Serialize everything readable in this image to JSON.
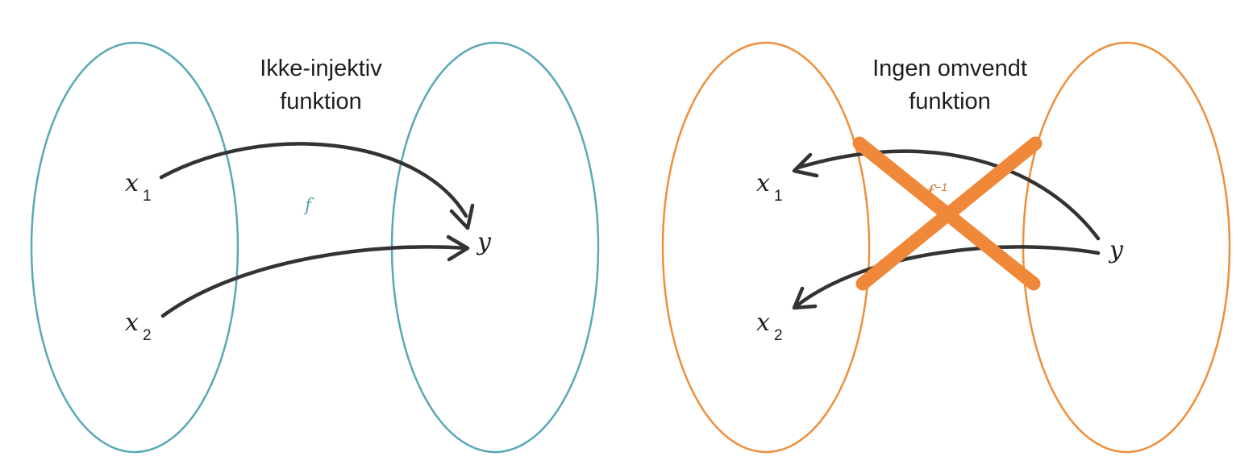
{
  "colors": {
    "left_sets": "#5aa8b6",
    "right_sets": "#ef8f3c",
    "cross": "#f0883a",
    "arrows": "#333333",
    "text": "#1e1e1e",
    "f_label": "#5a9fab",
    "finv_label": "#c97a35"
  },
  "left_panel": {
    "title_line1": "Ikke-injektiv",
    "title_line2": "funktion",
    "x1_var": "x",
    "x1_sub": "1",
    "x2_var": "x",
    "x2_sub": "2",
    "y_var": "y",
    "map_label": "f"
  },
  "right_panel": {
    "title_line1": "Ingen omvendt",
    "title_line2": "funktion",
    "x1_var": "x",
    "x1_sub": "1",
    "x2_var": "x",
    "x2_sub": "2",
    "y_var": "y",
    "map_label": "f",
    "map_label_sup": "−1"
  }
}
